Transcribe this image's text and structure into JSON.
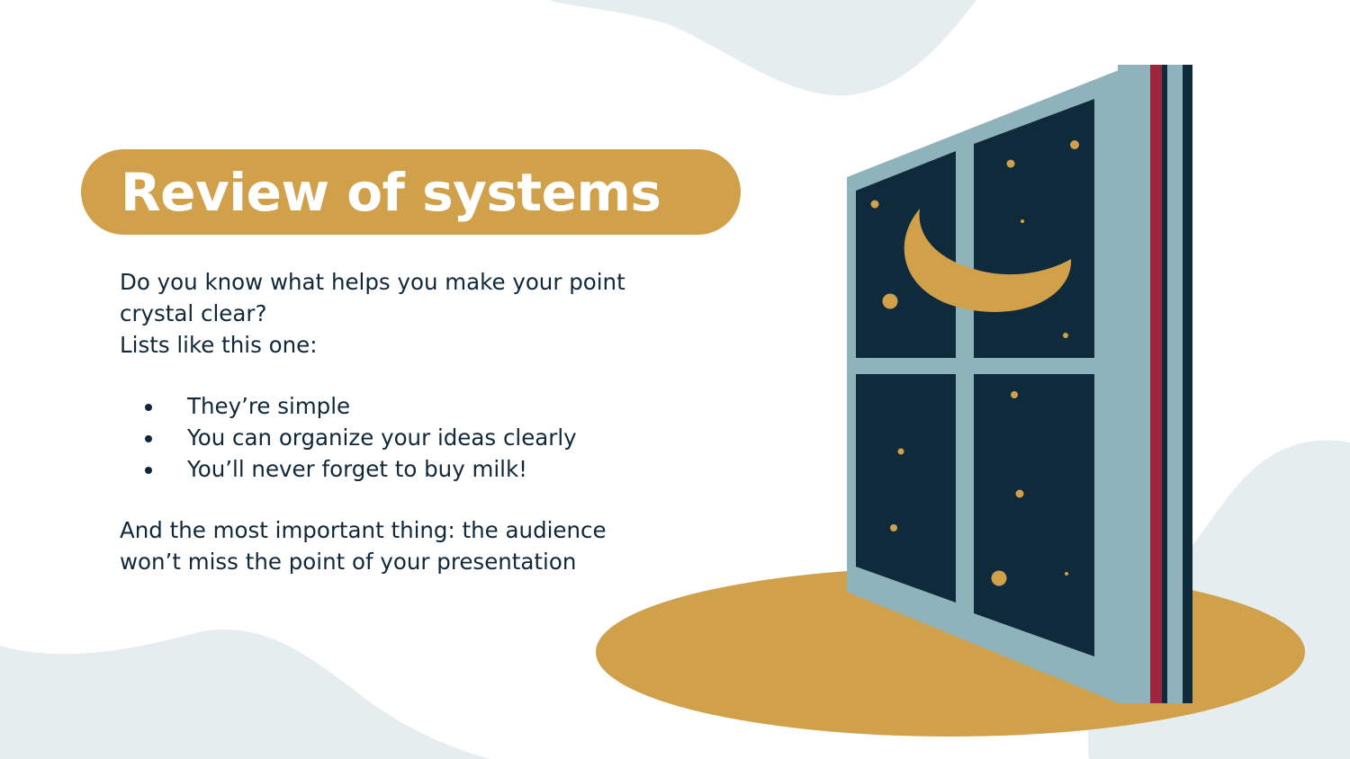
{
  "colors": {
    "accent": "#d1a04a",
    "navy": "#0f2a3a",
    "frame": "#8fb3bb",
    "crimson": "#9e2540",
    "blob": "#e6edef",
    "text": "#10283a"
  },
  "slide": {
    "title": "Review of systems",
    "intro": [
      "Do you know what helps you make your point",
      "crystal clear?",
      "Lists like this one:"
    ],
    "bullets": [
      "They’re simple",
      "You can organize your ideas clearly",
      "You’ll never forget to buy milk!"
    ],
    "closing": [
      "And the most important thing: the audience",
      "won’t miss the point of your presentation"
    ]
  },
  "illustration": {
    "icon": "night-window-illustration"
  }
}
